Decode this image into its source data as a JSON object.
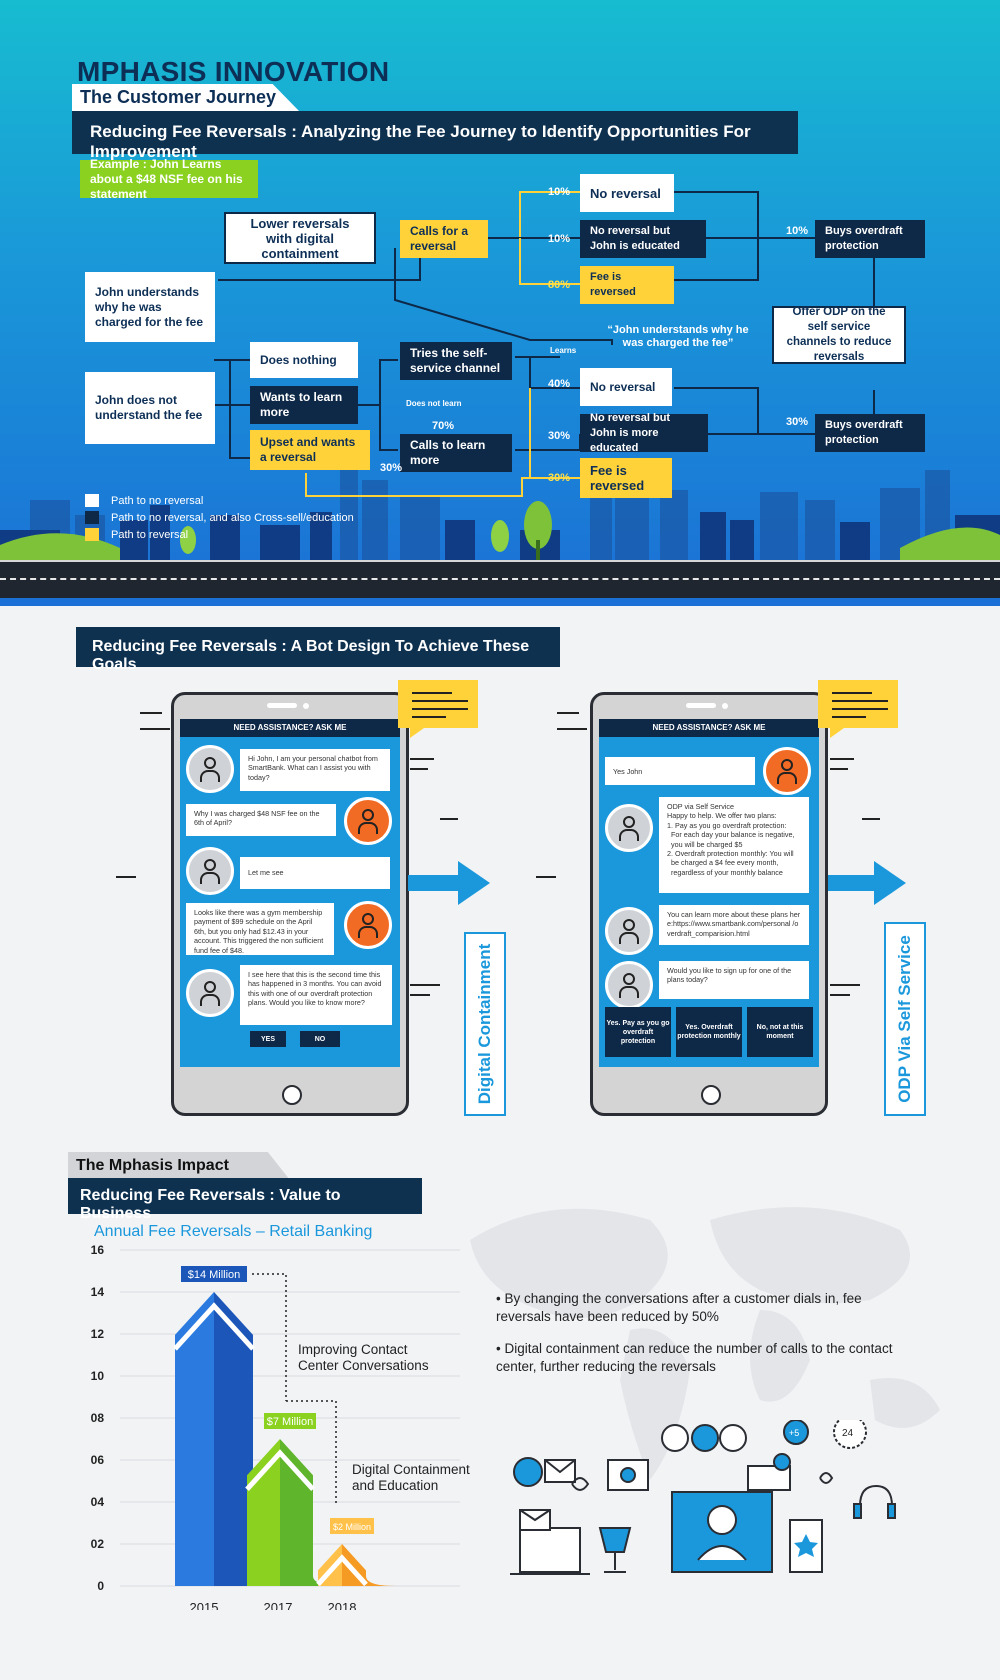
{
  "header": {
    "brand": "MPHASIS INNOVATION",
    "subtitle": "The Customer Journey",
    "banner": "Reducing Fee Reversals : Analyzing the Fee Journey to Identify Opportunities For Improvement"
  },
  "journey": {
    "example": "Example : John Learns about a $48 NSF fee on his statement",
    "lower_reversals": "Lower reversals with digital containment",
    "calls_for_reversal": "Calls for a reversal",
    "john_understands": "John understands why he was charged for the fee",
    "john_not_understand": "John does not understand the fee",
    "does_nothing": "Does nothing",
    "wants_to_learn": "Wants to learn more",
    "upset": "Upset and wants a reversal",
    "tries_self_service": "Tries the self-service channel",
    "calls_to_learn": "Calls to learn more",
    "no_reversal": "No reversal",
    "no_rev_educated": "No reversal but John is educated",
    "fee_reversed": "Fee is reversed",
    "no_reversal_2": "No reversal",
    "no_rev_more_educated": "No reversal but John is more educated",
    "fee_reversed_2": "Fee is reversed",
    "buys_odp": "Buys overdraft protection",
    "buys_odp_2": "Buys overdraft protection",
    "offer_odp": "Offer ODP on the self service channels to reduce reversals",
    "quote": "“John understands why he was charged the fee”",
    "learns": "Learns",
    "does_not_learn": "Does not learn",
    "p10a": "10%",
    "p10b": "10%",
    "p80": "80%",
    "p10c": "10%",
    "p40": "40%",
    "p30a": "30%",
    "p30b": "30%",
    "p30c": "30%",
    "p70": "70%",
    "p30d": "30%"
  },
  "legend": [
    {
      "label": "Path to no reversal",
      "color": "#ffffff"
    },
    {
      "label": "Path to no reversal, and also Cross-sell/education",
      "color": "#0e2848"
    },
    {
      "label": "Path to reversal",
      "color": "#ffd23a"
    }
  ],
  "bot": {
    "banner": "Reducing Fee Reversals : A Bot Design To Achieve These Goals",
    "phone1": {
      "header": "NEED ASSISTANCE? ASK ME",
      "m1": "Hi John, I am your personal chatbot from SmartBank. What can I assist you with today?",
      "m2": "Why I was charged $48 NSF fee on the 6th of April?",
      "m3": "Let me see",
      "m4": "Looks like there was a gym membership payment of $99 schedule on the April 6th, but you only had $12.43 in your account. This triggered the non sufficient fund fee of $48.",
      "m5": "I see here that this is the second time this has happened in 3 months. You can avoid this with one of our overdraft protection plans. Would you like to know more?",
      "yes": "YES",
      "no": "NO",
      "label": "Digital Containment"
    },
    "phone2": {
      "header": "NEED ASSISTANCE? ASK ME",
      "m1": "Yes John",
      "m2_l1": "ODP via Self Service",
      "m2_l2": "Happy to help. We offer two plans:",
      "m2_l3": "1. Pay as you go overdraft protection:",
      "m2_l4": "For each day your balance is negative,",
      "m2_l5": "you will be charged $5",
      "m2_l6": "2. Overdraft protection monthly: You will",
      "m2_l7": "be charged a $4 fee every month,",
      "m2_l8": "regardless of your monthly balance",
      "m3": "You can learn more about these plans here:https://www.smartbank.com/personal /overdraft_comparision.html",
      "m4": "Would you like to sign up for one of the plans today?",
      "b1": "Yes. Pay as you go overdraft protection",
      "b2": "Yes. Overdraft protection monthly",
      "b3": "No, not at this moment",
      "label": "ODP Via Self Service"
    }
  },
  "impact": {
    "tab": "The Mphasis Impact",
    "banner": "Reducing Fee Reversals : Value to Business",
    "annot1": "Improving Contact Center Conversations",
    "annot2": "Digital Containment and Education",
    "bullet1": "• By changing the conversations after a customer dials in, fee reversals have been reduced by 50%",
    "bullet2": "• Digital containment can reduce the number of calls to the contact center, further reducing the reversals",
    "badge24": "24",
    "plus5": "+5"
  },
  "chart_data": {
    "type": "bar",
    "title": "Annual Fee Reversals – Retail Banking",
    "categories": [
      "2015",
      "2017",
      "2018"
    ],
    "values": [
      14,
      7,
      2
    ],
    "value_labels": [
      "$14 Million",
      "$7 Million",
      "$2 Million"
    ],
    "ylim": [
      0,
      16
    ],
    "yticks": [
      "0",
      "02",
      "04",
      "06",
      "08",
      "10",
      "12",
      "14",
      "16"
    ],
    "grid": true,
    "colors": [
      "#1b56b8",
      "#5fb52b",
      "#f59a23"
    ]
  }
}
